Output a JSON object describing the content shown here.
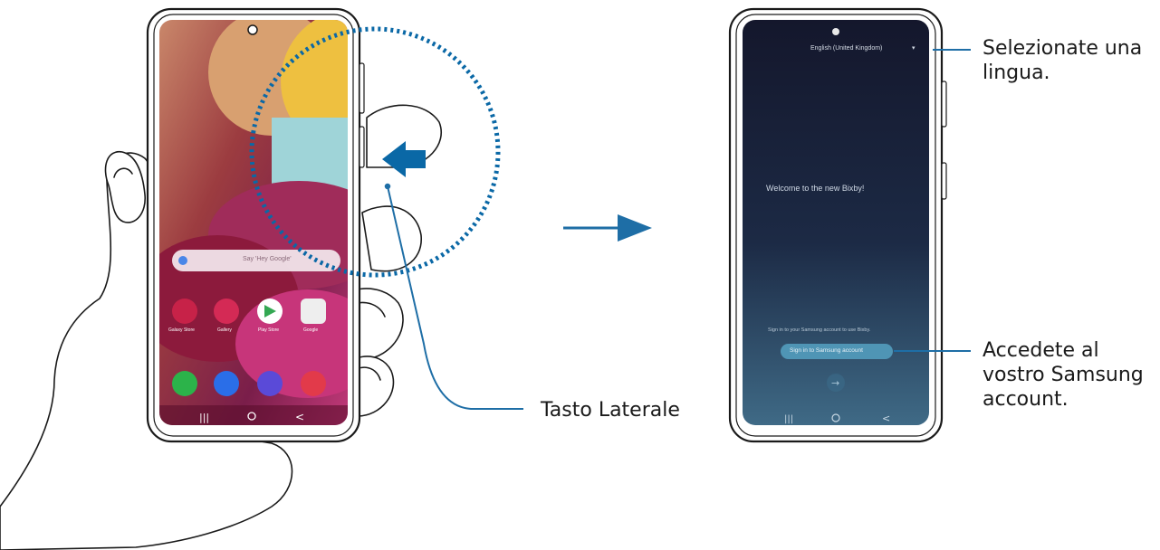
{
  "callouts": {
    "side_key": "Tasto Laterale",
    "language_line1": "Selezionate una",
    "language_line2": "lingua.",
    "account_line1": "Accedete al",
    "account_line2": "vostro Samsung",
    "account_line3": "account."
  },
  "bixby_screen": {
    "language_selector": "English (United Kingdom)",
    "welcome": "Welcome to the new Bixby!",
    "sign_in_prompt": "Sign in to your Samsung account to use Bixby.",
    "sign_in_button": "Sign in to Samsung account"
  },
  "home_screen": {
    "search_placeholder": "Say 'Hey Google'",
    "apps": [
      "Galaxy Store",
      "Gallery",
      "Play Store",
      "Google"
    ]
  },
  "colors": {
    "accent_blue": "#0a68a6",
    "callout_line": "#1e6ea6",
    "bixby_bg_top": "#15182e",
    "bixby_bg_bottom": "#3d6784"
  }
}
